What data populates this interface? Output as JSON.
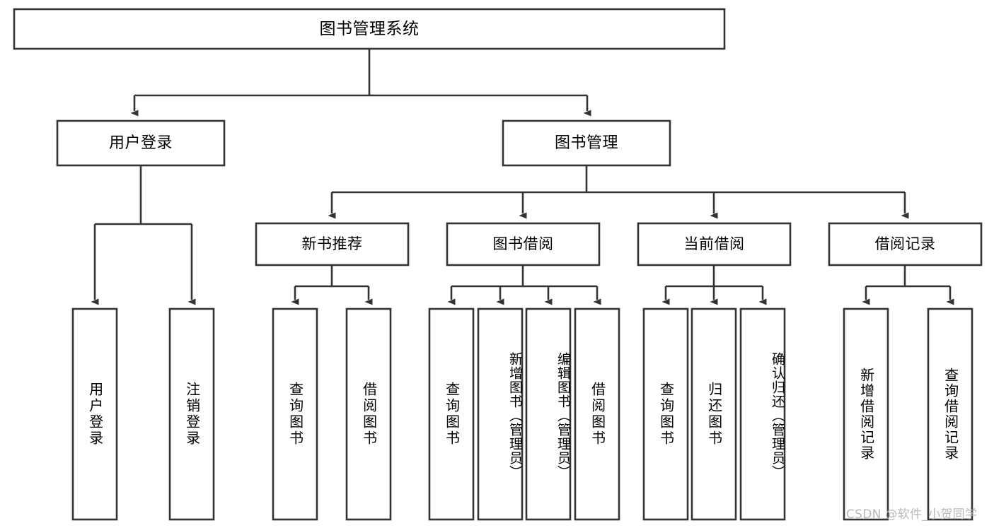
{
  "diagram": {
    "type": "tree",
    "title": "图书管理系统",
    "root": {
      "id": "root",
      "label": "图书管理系统",
      "orientation": "horizontal"
    },
    "level2": [
      {
        "id": "user-login",
        "label": "用户登录",
        "orientation": "horizontal"
      },
      {
        "id": "book-management",
        "label": "图书管理",
        "orientation": "horizontal"
      }
    ],
    "level3": [
      {
        "id": "new-book-recommend",
        "label": "新书推荐",
        "orientation": "horizontal",
        "parent": "book-management"
      },
      {
        "id": "book-borrow",
        "label": "图书借阅",
        "orientation": "horizontal",
        "parent": "book-management"
      },
      {
        "id": "current-borrow",
        "label": "当前借阅",
        "orientation": "horizontal",
        "parent": "book-management"
      },
      {
        "id": "borrow-record",
        "label": "借阅记录",
        "orientation": "horizontal",
        "parent": "book-management"
      }
    ],
    "leaves": [
      {
        "id": "leaf-user-login",
        "label": "用户登录",
        "orientation": "vertical",
        "parent": "user-login"
      },
      {
        "id": "leaf-user-logout",
        "label": "注销登录",
        "orientation": "vertical",
        "parent": "user-login"
      },
      {
        "id": "leaf-query-book-1",
        "label": "查询图书",
        "orientation": "vertical",
        "parent": "new-book-recommend"
      },
      {
        "id": "leaf-borrow-book-1",
        "label": "借阅图书",
        "orientation": "vertical",
        "parent": "new-book-recommend"
      },
      {
        "id": "leaf-query-book-2",
        "label": "查询图书",
        "orientation": "vertical",
        "parent": "book-borrow"
      },
      {
        "id": "leaf-add-book",
        "label": "新增图书（管理员）",
        "orientation": "vertical",
        "parent": "book-borrow"
      },
      {
        "id": "leaf-edit-book",
        "label": "编辑图书（管理员）",
        "orientation": "vertical",
        "parent": "book-borrow"
      },
      {
        "id": "leaf-borrow-book-2",
        "label": "借阅图书",
        "orientation": "vertical",
        "parent": "book-borrow"
      },
      {
        "id": "leaf-query-book-3",
        "label": "查询图书",
        "orientation": "vertical",
        "parent": "current-borrow"
      },
      {
        "id": "leaf-return-book",
        "label": "归还图书",
        "orientation": "vertical",
        "parent": "current-borrow"
      },
      {
        "id": "leaf-confirm-return",
        "label": "确认归还（管理员）",
        "orientation": "vertical",
        "parent": "current-borrow"
      },
      {
        "id": "leaf-add-record",
        "label": "新增借阅记录",
        "orientation": "vertical",
        "parent": "borrow-record"
      },
      {
        "id": "leaf-query-record",
        "label": "查询借阅记录",
        "orientation": "vertical",
        "parent": "borrow-record"
      }
    ]
  },
  "watermark": {
    "text": "CSDN @软件_小贺同学"
  },
  "colors": {
    "stroke": "#333333",
    "box_fill": "#ffffff",
    "text": "#000000",
    "background": "#ffffff",
    "watermark": "#b9b9b9"
  }
}
